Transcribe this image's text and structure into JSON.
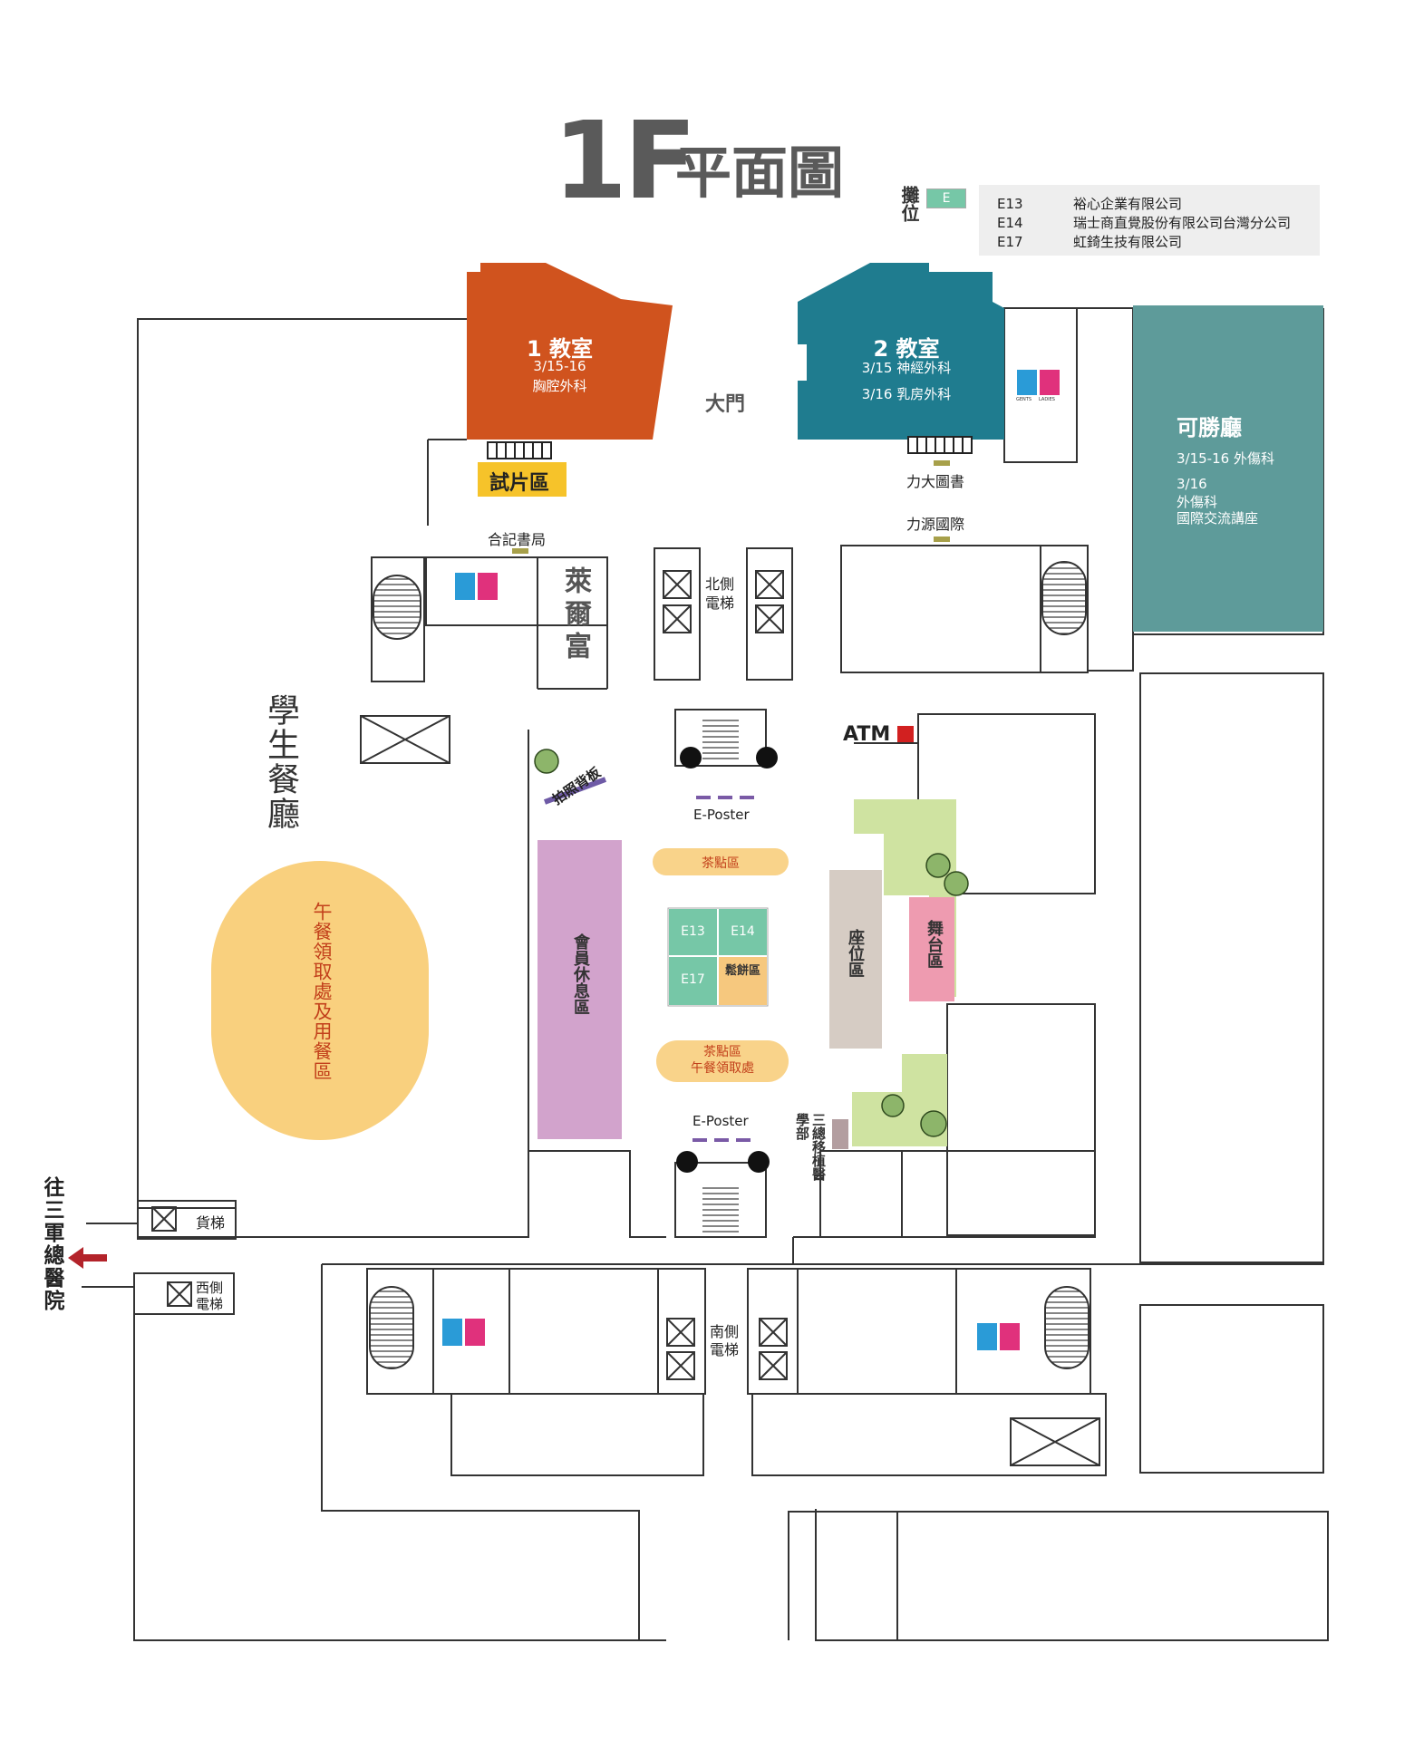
{
  "header": {
    "floor": "1F",
    "title": "平面圖"
  },
  "booth_legend": {
    "label": "攤位",
    "swatch": "E"
  },
  "exhibitors": [
    {
      "id": "E13",
      "name": "裕心企業有限公司"
    },
    {
      "id": "E14",
      "name": "瑞士商直覺股份有限公司台灣分公司"
    },
    {
      "id": "E17",
      "name": "虹錡生技有限公司"
    }
  ],
  "rooms": {
    "room1": {
      "title": "1 教室",
      "line1": "3/15-16",
      "line2": "胸腔外科"
    },
    "room2": {
      "title": "2 教室",
      "line1": "3/15 神經外科",
      "line2": "3/16 乳房外科"
    },
    "kesheng": {
      "title": "可勝廳",
      "line1": "3/15-16 外傷科",
      "line2": "3/16",
      "line3": "外傷科",
      "line4": "國際交流講座"
    }
  },
  "labels": {
    "main_gate": "大門",
    "trial_area": "試片區",
    "lida": "力大圖書",
    "liyuan": "力源國際",
    "heji": "合記書局",
    "laierfu": "萊爾富",
    "north_elevator": "北側電梯",
    "student_cafeteria": "學生餐廳",
    "atm": "ATM",
    "photo_board": "拍照背板",
    "eposter_top": "E-Poster",
    "eposter_bottom": "E-Poster",
    "tea_top": "茶點區",
    "tea_bottom_1": "茶點區",
    "tea_bottom_2": "午餐領取處",
    "member_lounge": "會員休息區",
    "seating": "座位區",
    "stage": "舞台區",
    "lunch_area": "午餐領取處及用餐區",
    "transplant_dept": "三總移植醫學部",
    "freight_elevator": "貨梯",
    "west_elevator_1": "西側",
    "west_elevator_2": "電梯",
    "south_elevator_1": "南側",
    "south_elevator_2": "電梯",
    "to_hospital": "往三軍總醫院",
    "booth_e13": "E13",
    "booth_e14": "E14",
    "booth_e17": "E17",
    "muffin_area": "鬆餅區",
    "gents": "GENTS",
    "ladies": "LADIES"
  },
  "colors": {
    "room1": "#d0531e",
    "room2": "#1f7c8f",
    "kesheng": "#5e9b9a",
    "trial_area": "#f6c32a",
    "booth": "#76c7a7",
    "muffin": "#f6c87e",
    "tea": "#f9d38a",
    "lunch": "#f9d07e",
    "lounge": "#d2a3cc",
    "seating": "#d6ccc4",
    "stage": "#ee9bb0",
    "green": "#cfe3a1",
    "atm": "#d22020",
    "arrow": "#b3232a",
    "eposter_dash": "#7a5aa6",
    "gents": "#2a9bd7",
    "ladies": "#e0317c"
  }
}
